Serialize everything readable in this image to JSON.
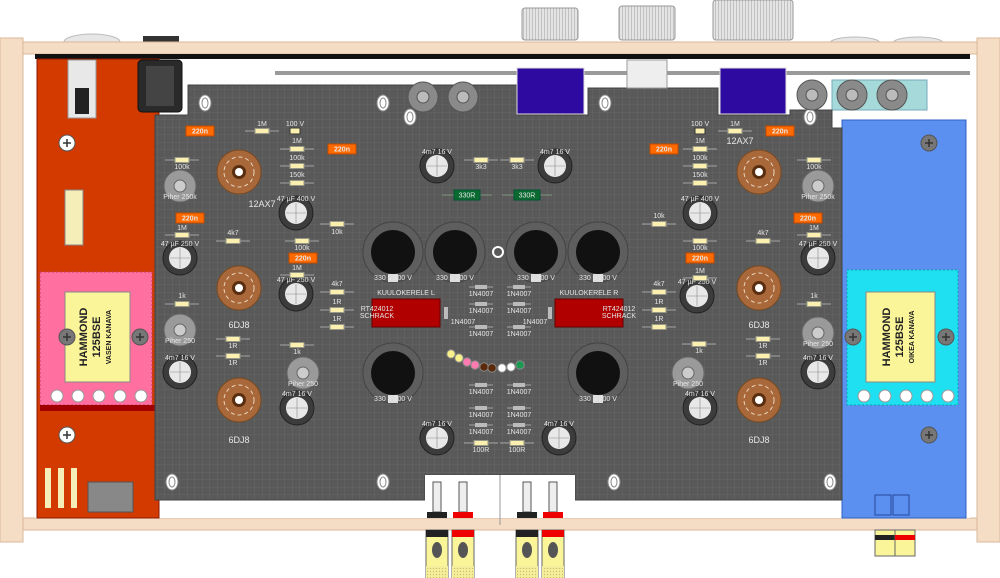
{
  "transformers": [
    {
      "brand": "HAMMOND",
      "model": "125BSE",
      "channel": "VASEN KANAVA"
    },
    {
      "brand": "HAMMOND",
      "model": "125BSE",
      "channel": "OIKEA KANAVA"
    }
  ],
  "tubes": [
    "12AX7",
    "6DJ8",
    "6DJ8",
    "12AX7",
    "6DJ8",
    "6DJ8"
  ],
  "resistors": [
    "1M",
    "1M",
    "100k",
    "150k",
    "100k",
    "1M",
    "4k7",
    "10k",
    "100k",
    "1M",
    "4k7",
    "1R",
    "1R",
    "1k",
    "1R",
    "1R",
    "1k",
    "3k3",
    "3k3",
    "100R",
    "100R",
    "1M",
    "1M",
    "100k",
    "150k",
    "100k",
    "1M",
    "4k7",
    "10k",
    "100k",
    "4k7",
    "1R",
    "1R",
    "1k",
    "1R",
    "1R",
    "1k",
    "1M"
  ],
  "power_resistors": [
    "330R",
    "330R"
  ],
  "coupling_caps": [
    "220n",
    "220n",
    "220n",
    "220n",
    "220n",
    "220n",
    "220n",
    "220n"
  ],
  "film_caps": [
    "100 V",
    "100 V"
  ],
  "diodes": [
    "1N4007",
    "1N4007",
    "1N4007",
    "1N4007",
    "1N4007",
    "1N4007",
    "1N4007",
    "1N4007",
    "1N4007",
    "1N4007",
    "1N4007",
    "1N4007",
    "1N4007",
    "1N4007"
  ],
  "relays": [
    {
      "title": "KUULOKERELE L",
      "part": "RT424012",
      "maker": "SCHRACK"
    },
    {
      "title": "KUULOKERELE R",
      "part": "RT424012",
      "maker": "SCHRACK"
    }
  ],
  "big_caps": [
    "330 µ 200 V",
    "330 µ 200 V",
    "330 µ 200 V",
    "330 µ 200 V",
    "330 µ 200 V",
    "330 µ 200 V"
  ],
  "small_caps": [
    "4m7 16 V",
    "4m7 16 V",
    "47 µF 400 V",
    "47 µF 400 V",
    "47 µF 250 V",
    "47 µF 250 V",
    "47 µF 250 V",
    "47 µF 250 V",
    "4m7 16 V",
    "4m7 16 V",
    "4m7 16 V",
    "4m7 16 V",
    "4m7 16 V",
    "4m7 16 V"
  ],
  "trimmers": [
    "Piher 250k",
    "Piher 250k",
    "Piher 250",
    "Piher 250",
    "Piher 250",
    "Piher 250"
  ],
  "colors": {
    "wood": "#f5dcc4",
    "pcb": "#595959",
    "left_panel": "#d23a00",
    "left_board": "#ff6fa0",
    "right_panel": "#5b8ff0",
    "right_board": "#1fe0f0",
    "label_bg": "#fbf59a",
    "coupling_cap": "#ff6a00",
    "relay": "#b00000",
    "pot": "#2e0aa0",
    "tube_socket": "#a8683a"
  }
}
